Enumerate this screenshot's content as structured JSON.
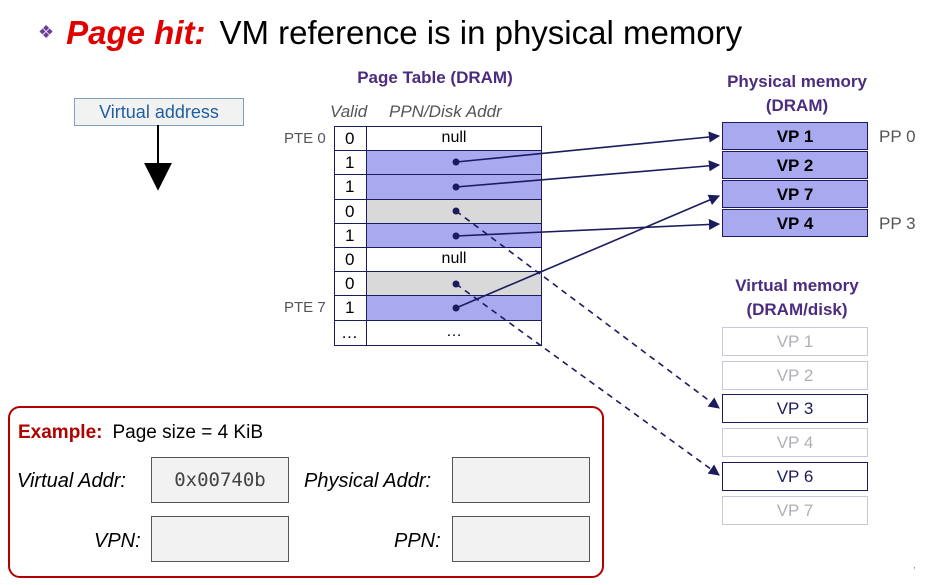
{
  "title": {
    "bullet": "❖",
    "highlight": "Page hit:",
    "text": "VM reference is in physical memory"
  },
  "virtual_address": {
    "label": "Virtual address"
  },
  "page_table": {
    "title": "Page Table (DRAM)",
    "col_valid": "Valid",
    "col_addr": "PPN/Disk Addr",
    "pte_first": "PTE 0",
    "pte_last": "PTE 7",
    "rows": [
      {
        "valid": "0",
        "addr": "null",
        "fill": "white"
      },
      {
        "valid": "1",
        "addr": "",
        "fill": "blue"
      },
      {
        "valid": "1",
        "addr": "",
        "fill": "blue"
      },
      {
        "valid": "0",
        "addr": "",
        "fill": "gray"
      },
      {
        "valid": "1",
        "addr": "",
        "fill": "blue"
      },
      {
        "valid": "0",
        "addr": "null",
        "fill": "white"
      },
      {
        "valid": "0",
        "addr": "",
        "fill": "gray"
      },
      {
        "valid": "1",
        "addr": "",
        "fill": "blue"
      },
      {
        "valid": "…",
        "addr": "…",
        "fill": "white"
      }
    ]
  },
  "physical_memory": {
    "title_line1": "Physical memory",
    "title_line2": "(DRAM)",
    "pages": [
      "VP 1",
      "VP 2",
      "VP 7",
      "VP 4"
    ],
    "pp_first": "PP 0",
    "pp_last": "PP 3"
  },
  "virtual_memory": {
    "title_line1": "Virtual memory",
    "title_line2": "(DRAM/disk)",
    "pages": [
      {
        "label": "VP 1",
        "active": false
      },
      {
        "label": "VP 2",
        "active": false
      },
      {
        "label": "VP 3",
        "active": true
      },
      {
        "label": "VP 4",
        "active": false
      },
      {
        "label": "VP 6",
        "active": true
      },
      {
        "label": "VP 7",
        "active": false
      }
    ]
  },
  "example": {
    "label": "Example:",
    "text": "Page size = 4 KiB",
    "virtual_addr_label": "Virtual Addr:",
    "virtual_addr_value": "0x00740b",
    "physical_addr_label": "Physical Addr:",
    "physical_addr_value": "",
    "vpn_label": "VPN:",
    "vpn_value": "",
    "ppn_label": "PPN:",
    "ppn_value": ""
  },
  "colors": {
    "accent_red": "#e00000",
    "title_purple": "#4b2c7f",
    "page_blue": "#a9a9ef",
    "line_navy": "#1b1b5e"
  }
}
